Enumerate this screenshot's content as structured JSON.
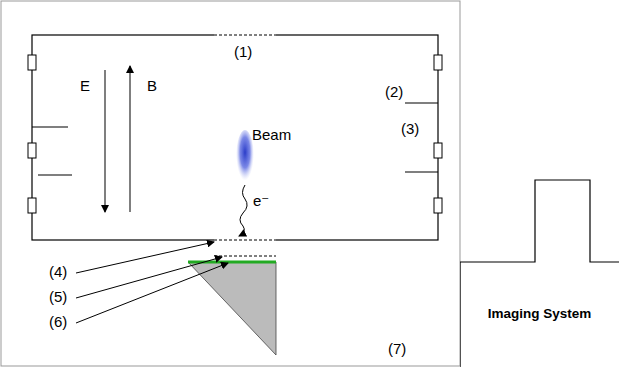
{
  "diagram": {
    "nodes": [
      {
        "text": [
          "Imaging System"
        ]
      }
    ],
    "labels": [
      "(1)",
      "E",
      "B",
      "Beam",
      "(2)",
      "(3)",
      "e⁻",
      "(4)",
      "(5)",
      "(6)",
      "(7)"
    ]
  }
}
